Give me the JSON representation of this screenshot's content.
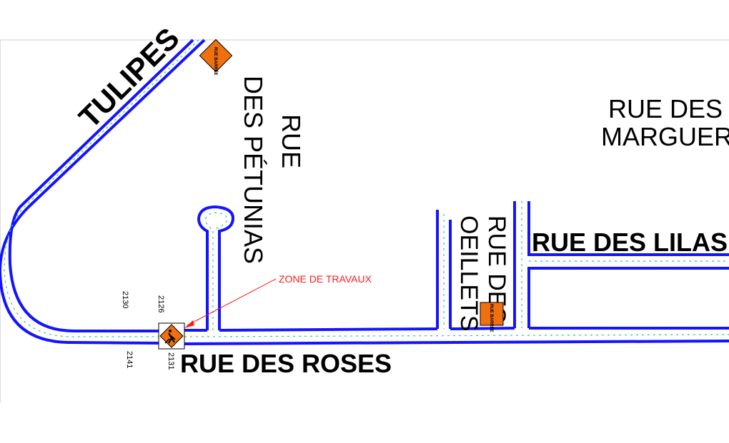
{
  "streets": {
    "tulipes": "TULIPES",
    "petunias_line1": "RUE",
    "petunias_line2": "DES PÉTUNIAS",
    "marguerites_line1": "RUE DES",
    "marguerites_line2": "MARGUERITES",
    "oeillets_line1": "RUE DES",
    "oeillets_line2": "OEILLETS",
    "lilas": "RUE DES LILAS",
    "roses": "RUE DES ROSES"
  },
  "addresses": [
    "2130",
    "2126",
    "2141",
    "2131"
  ],
  "work_zone_label": "ZONE DE TRAVAUX",
  "signs": {
    "closure_text": "RUE BARRÉE",
    "worker_icon": "road-worker-icon"
  },
  "colors": {
    "road": "#1414ff",
    "road_centerline": "#2ec4a0",
    "sign": "#f07010",
    "annotation": "#ff1a1a"
  }
}
